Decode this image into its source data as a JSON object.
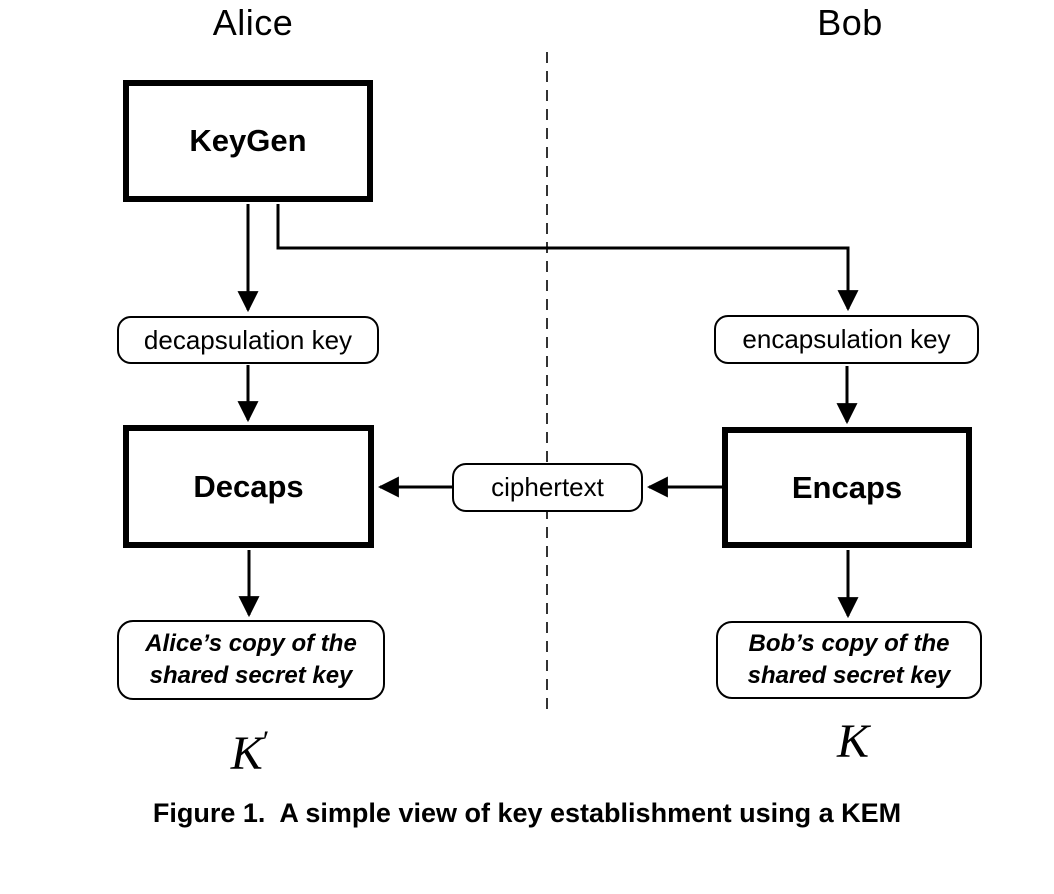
{
  "diagram": {
    "left_party": "Alice",
    "right_party": "Bob",
    "nodes": {
      "keygen_label": "KeyGen",
      "decapsulation_key_label": "decapsulation key",
      "encapsulation_key_label": "encapsulation key",
      "decaps_label": "Decaps",
      "encaps_label": "Encaps",
      "ciphertext_label": "ciphertext",
      "alice_secret_line1": "Alice’s copy of the",
      "alice_secret_line2": "shared secret key",
      "bob_secret_line1": "Bob’s copy of the",
      "bob_secret_line2": "shared secret key",
      "alice_key_symbol": "K",
      "alice_key_prime": "′",
      "bob_key_symbol": "K"
    },
    "caption": "Figure 1.  A simple view of key establishment using a KEM",
    "colors": {
      "line": "#000000",
      "divider": "#333333",
      "background": "#ffffff"
    }
  }
}
